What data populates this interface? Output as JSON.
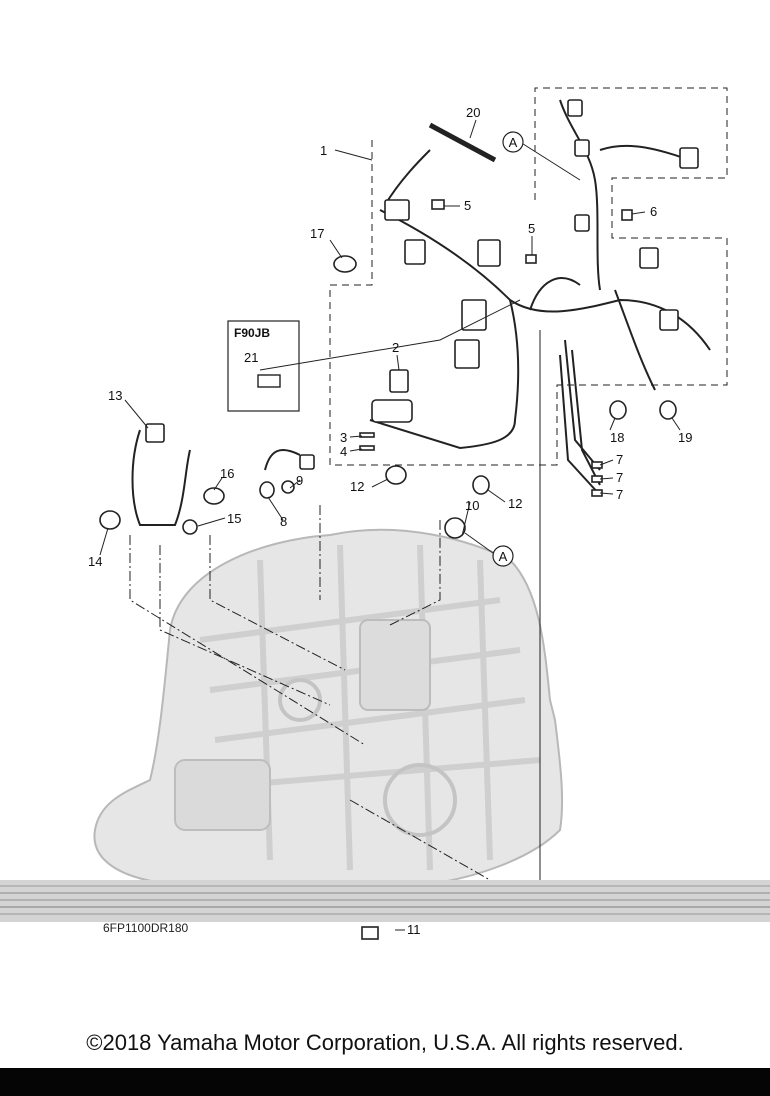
{
  "diagram": {
    "drawing_number": "6FP1100DR180",
    "box_label": "F90JB",
    "reference_mark": "A",
    "parts": [
      "1",
      "2",
      "3",
      "4",
      "5",
      "5",
      "6",
      "7",
      "7",
      "7",
      "8",
      "9",
      "10",
      "11",
      "12",
      "12",
      "13",
      "14",
      "15",
      "16",
      "17",
      "18",
      "19",
      "20",
      "21"
    ]
  },
  "footer": {
    "copyright": "©2018 Yamaha Motor Corporation, U.S.A. All rights reserved."
  },
  "colors": {
    "line": "#222222",
    "engine_fill": "#e6e6e6",
    "engine_stroke": "#b5b5b5",
    "bar": "#050505"
  }
}
